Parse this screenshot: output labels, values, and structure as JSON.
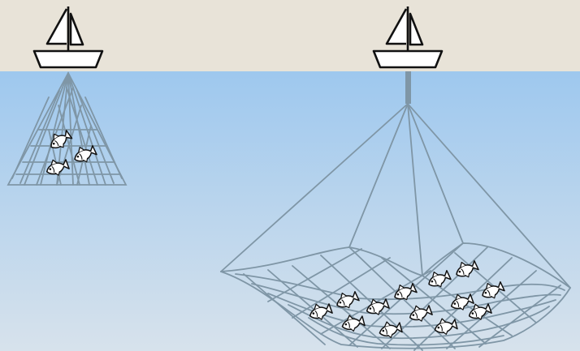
{
  "scene": {
    "colors": {
      "sky": "#e8e3d8",
      "water_top": "#9ec8ee",
      "water_bottom": "#d7e2ec",
      "net": "#7f96a6",
      "outline": "#111111",
      "boat_fill": "#ffffff",
      "fish_fill": "#ffffff"
    },
    "panels": [
      {
        "id": "small-net",
        "boat_icon": "sailboat-icon",
        "net_icon": "small-fishing-net-icon",
        "fish_icon": "fish-icon",
        "fish_count": 3
      },
      {
        "id": "large-trawl-net",
        "boat_icon": "sailboat-icon",
        "net_icon": "large-trawl-net-icon",
        "fish_icon": "fish-icon",
        "fish_count": 13
      }
    ]
  }
}
